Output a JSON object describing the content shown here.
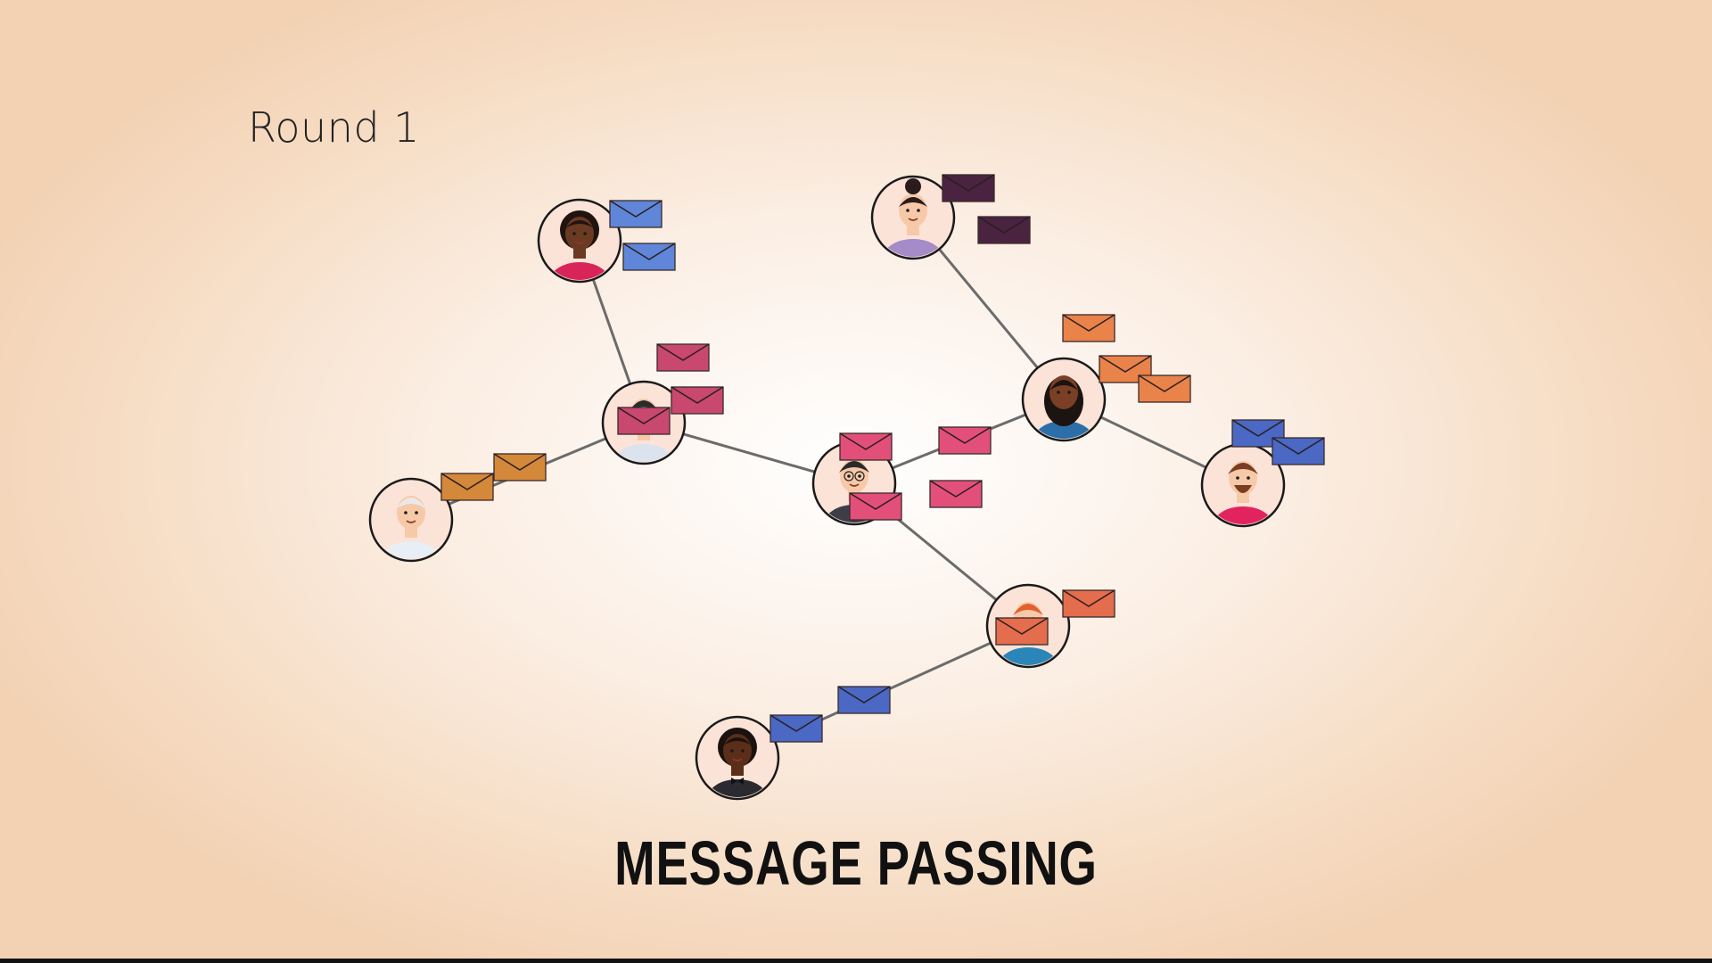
{
  "slide": {
    "round_label": "Round 1",
    "title": "MESSAGE PASSING"
  },
  "colors": {
    "edge": "#6b6b6b",
    "node_ring": "#1a1a1a",
    "node_fill": "#fce3d8",
    "skin_light": "#f6c9a8",
    "skin_dark": "#6b3a22"
  },
  "nodes": [
    {
      "id": "n1",
      "avatar": "woman-curly-hair-icon",
      "envelope_color": "#5f86d9"
    },
    {
      "id": "n2",
      "avatar": "woman-hair-bun-icon",
      "envelope_color": "#4a2340"
    },
    {
      "id": "n3",
      "avatar": "man-dark-hair-icon",
      "envelope_color": "#c8486f"
    },
    {
      "id": "n4",
      "avatar": "woman-long-hair-icon",
      "envelope_color": "#e9834a"
    },
    {
      "id": "n5",
      "avatar": "elderly-man-icon",
      "envelope_color": "#d4883a"
    },
    {
      "id": "n6",
      "avatar": "man-glasses-icon",
      "envelope_color": "#e2507a"
    },
    {
      "id": "n7",
      "avatar": "bearded-man-icon",
      "envelope_color": "#4a68c4"
    },
    {
      "id": "n8",
      "avatar": "redhead-man-icon",
      "envelope_color": "#e36d4c"
    },
    {
      "id": "n9",
      "avatar": "man-bowtie-icon",
      "envelope_color": "#4a68c4"
    }
  ]
}
